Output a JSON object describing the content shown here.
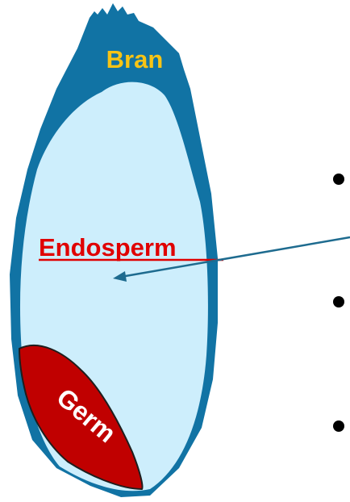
{
  "diagram": {
    "labels": {
      "bran": "Bran",
      "endosperm": "Endosperm",
      "germ": "Germ"
    },
    "bullet_count": 3
  },
  "colors": {
    "bran": "#1173a4",
    "endosperm": "#cdeefc",
    "germ": "#c00000",
    "bran_text": "#f7c415",
    "endosperm_text": "#e00000",
    "germ_text": "#ffffff",
    "arrow": "#1e6b8f",
    "bullet": "#000000"
  }
}
